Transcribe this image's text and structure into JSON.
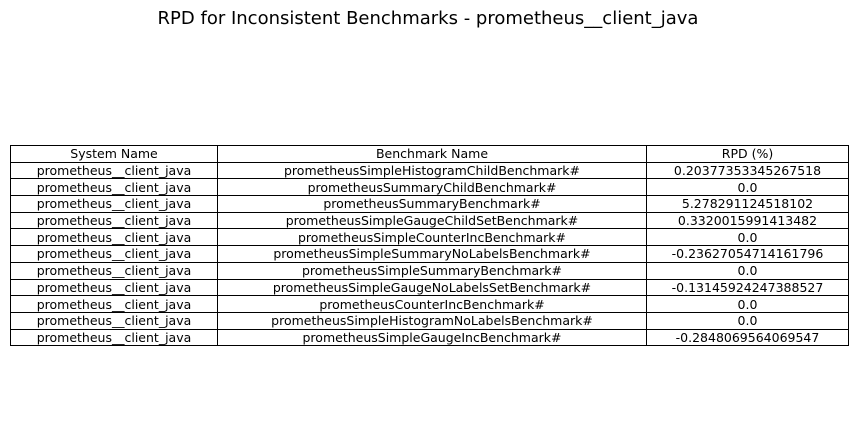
{
  "chart_data": {
    "type": "table",
    "title": "RPD for Inconsistent Benchmarks - prometheus__client_java",
    "columns": [
      "System Name",
      "Benchmark Name",
      "RPD (%)"
    ],
    "rows": [
      [
        "prometheus__client_java",
        "prometheusSimpleHistogramChildBenchmark#",
        "0.20377353345267518"
      ],
      [
        "prometheus__client_java",
        "prometheusSummaryChildBenchmark#",
        "0.0"
      ],
      [
        "prometheus__client_java",
        "prometheusSummaryBenchmark#",
        "5.278291124518102"
      ],
      [
        "prometheus__client_java",
        "prometheusSimpleGaugeChildSetBenchmark#",
        "0.3320015991413482"
      ],
      [
        "prometheus__client_java",
        "prometheusSimpleCounterIncBenchmark#",
        "0.0"
      ],
      [
        "prometheus__client_java",
        "prometheusSimpleSummaryNoLabelsBenchmark#",
        "-0.23627054714161796"
      ],
      [
        "prometheus__client_java",
        "prometheusSimpleSummaryBenchmark#",
        "0.0"
      ],
      [
        "prometheus__client_java",
        "prometheusSimpleGaugeNoLabelsSetBenchmark#",
        "-0.13145924247388527"
      ],
      [
        "prometheus__client_java",
        "prometheusCounterIncBenchmark#",
        "0.0"
      ],
      [
        "prometheus__client_java",
        "prometheusSimpleHistogramNoLabelsBenchmark#",
        "0.0"
      ],
      [
        "prometheus__client_java",
        "prometheusSimpleGaugeIncBenchmark#",
        "-0.2848069564069547"
      ]
    ]
  }
}
